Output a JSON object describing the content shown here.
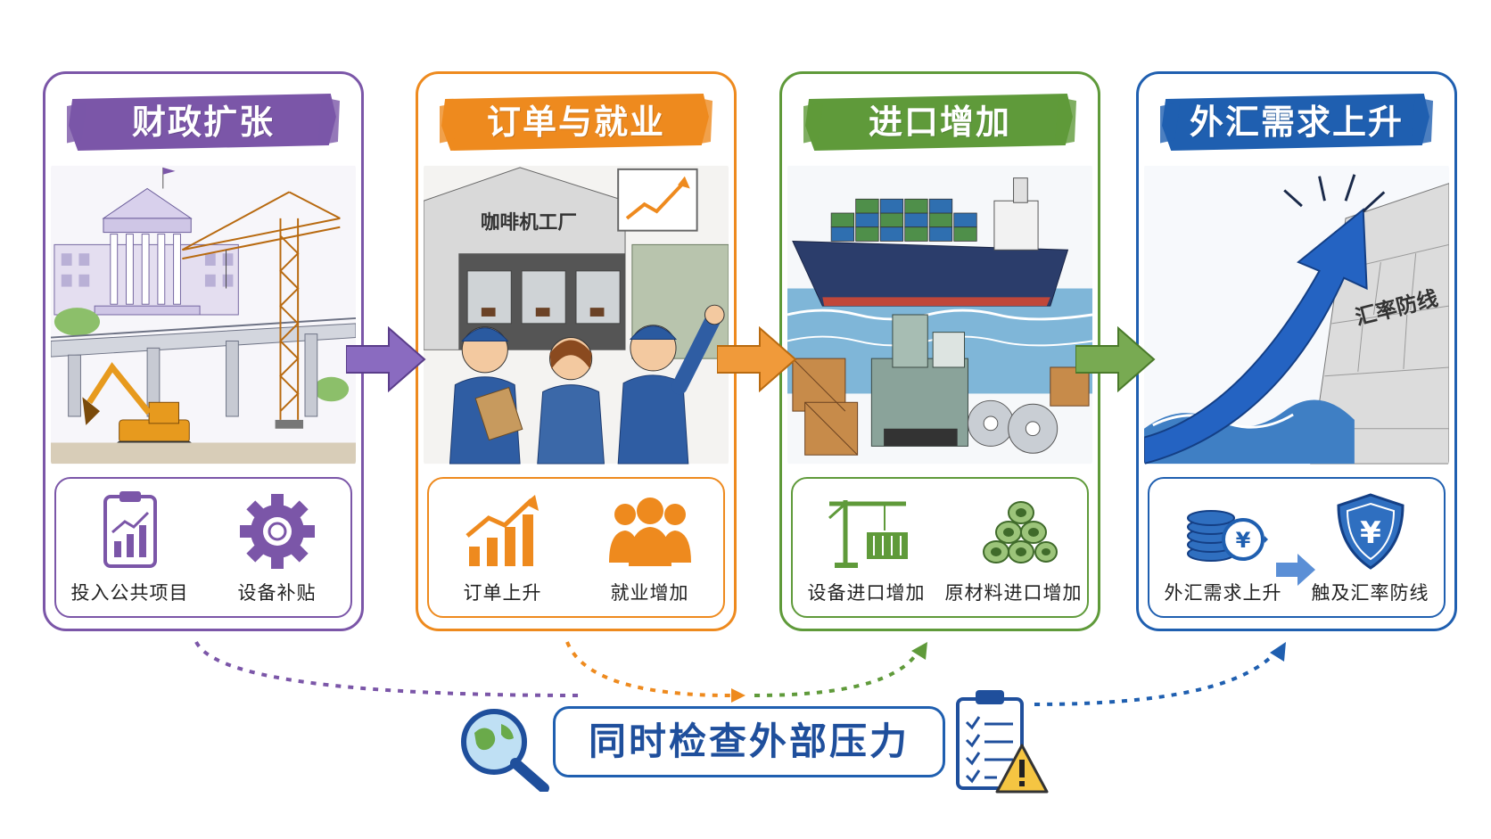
{
  "panels": [
    {
      "title": "财政扩张",
      "color": "#7b56a8",
      "items": [
        {
          "label": "投入公共项目",
          "icon": "clipboard-chart-icon"
        },
        {
          "label": "设备补贴",
          "icon": "gear-icon"
        }
      ]
    },
    {
      "title": "订单与就业",
      "color": "#ee8a1e",
      "scene_sign": "咖啡机工厂",
      "items": [
        {
          "label": "订单上升",
          "icon": "bar-chart-up-icon"
        },
        {
          "label": "就业增加",
          "icon": "people-icon"
        }
      ]
    },
    {
      "title": "进口增加",
      "color": "#5f9a3a",
      "items": [
        {
          "label": "设备进口增加",
          "icon": "crane-container-icon"
        },
        {
          "label": "原材料进口增加",
          "icon": "pipes-icon"
        }
      ]
    },
    {
      "title": "外汇需求上升",
      "color": "#1f5fb0",
      "scene_wall": "汇率防线",
      "items": [
        {
          "label": "外汇需求上升",
          "icon": "coins-icon"
        },
        {
          "label": "触及汇率防线",
          "icon": "yen-shield-icon"
        }
      ]
    }
  ],
  "hub": {
    "label": "同时检查外部压力",
    "left_icon": "magnifier-globe-icon",
    "right_icon": "checklist-warning-icon"
  }
}
